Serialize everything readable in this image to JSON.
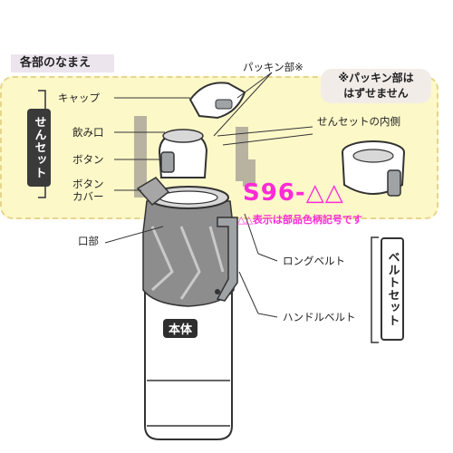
{
  "title": "各部のなまえ",
  "cap_set": {
    "label": "せんセット",
    "parts": [
      "キャップ",
      "飲み口",
      "ボタン",
      "ボタン\nカバー"
    ]
  },
  "packing": {
    "label": "パッキン部※",
    "note_line1": "※パッキン部は",
    "note_line2": "はずせません",
    "inside_label": "せんセットの内側"
  },
  "model": {
    "code": "S96-△△",
    "note": "△△表示は部品色柄記号です"
  },
  "mouth_label": "口部",
  "belt_set": {
    "label": "ベルトセット",
    "long_belt": "ロングベルト",
    "handle_belt": "ハンドルベルト"
  },
  "body_label": "本体",
  "colors": {
    "highlight": "#fcf8c8",
    "magenta": "#ff2bd6",
    "dark": "#2e2e2e"
  }
}
